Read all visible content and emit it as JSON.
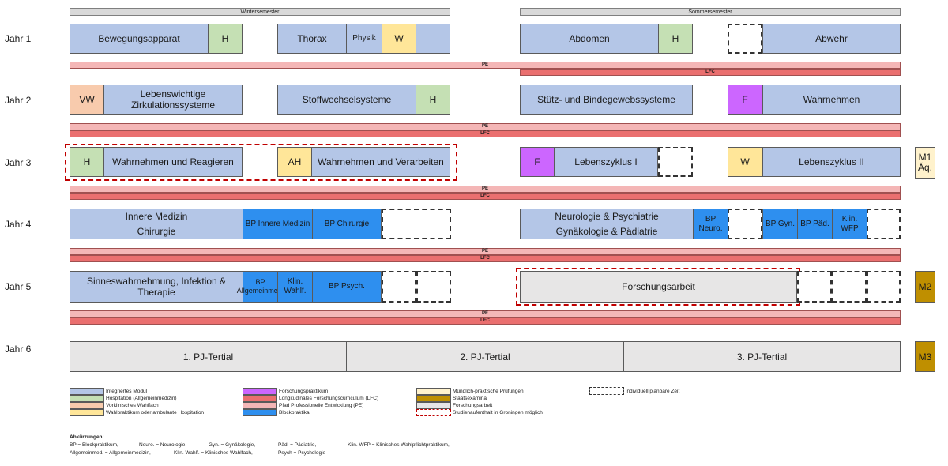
{
  "semesters": {
    "winter": "Wintersemester",
    "summer": "Sommersemester"
  },
  "years": [
    "Jahr 1",
    "Jahr 2",
    "Jahr 3",
    "Jahr 4",
    "Jahr 5",
    "Jahr 6"
  ],
  "bars": {
    "pe": "PE",
    "lfc": "LFC"
  },
  "year1": {
    "bewegungsapparat": "Bewegungsapparat",
    "h1": "H",
    "thorax": "Thorax",
    "physik": "Physik",
    "w": "W",
    "abdomen": "Abdomen",
    "h2": "H",
    "abwehr": "Abwehr"
  },
  "year2": {
    "vw": "VW",
    "zirkulation": "Lebenswichtige Zirkulationssysteme",
    "stoffwechsel": "Stoffwechselsysteme",
    "h": "H",
    "stuetz": "Stütz- und Bindegewebssysteme",
    "f": "F",
    "wahrnehmen": "Wahrnehmen"
  },
  "year3": {
    "h": "H",
    "reagieren": "Wahrnehmen und Reagieren",
    "ah": "AH",
    "verarbeiten": "Wahrnehmen und Verarbeiten",
    "f": "F",
    "lz1": "Lebenszyklus I",
    "w": "W",
    "lz2": "Lebenszyklus II",
    "exam": "M1 Äq."
  },
  "year4": {
    "innere": "Innere Medizin",
    "chirurgie": "Chirurgie",
    "bp_innere": "BP Innere Medizin",
    "bp_chirurgie": "BP Chirurgie",
    "neuro_psych": "Neurologie & Psychiatrie",
    "gyn_paed": "Gynäkologie & Pädiatrie",
    "bp_neuro": "BP Neuro.",
    "bp_gyn": "BP Gyn.",
    "bp_paed": "BP Päd.",
    "klin_wfp": "Klin. WFP"
  },
  "year5": {
    "sinnes": "Sinneswahrnehmung, Infektion & Therapie",
    "bp_allg": "BP Allgemeinmed.",
    "klin_wahlf": "Klin. Wahlf.",
    "bp_psych": "BP Psych.",
    "forschung": "Forschungsarbeit",
    "exam": "M2"
  },
  "year6": {
    "pj1": "1. PJ-Tertial",
    "pj2": "2. PJ-Tertial",
    "pj3": "3. PJ-Tertial",
    "exam": "M3"
  },
  "legend": {
    "integriert": "Integriertes Modul",
    "hospitation": "Hospitation (Allgemeinmedizin)",
    "vorklinisch": "Vorklinisches Wahlfach",
    "wahlpraktikum": "Wahlpraktikum oder ambulante Hospitation",
    "forschungspraktikum": "Forschungspraktikum",
    "lfc": "Longitudinales Forschungscurriculum (LFC)",
    "pe": "Pfad Professionelle Entwicklung (PE)",
    "blockpraktika": "Blockpraktika",
    "muendlich": "Mündlich-praktische Prüfungen",
    "staatsexamina": "Staatsexamina",
    "forschungsarbeit": "Forschungsarbeit",
    "groningen": "Studienaufenthalt in Groningen möglich",
    "individuell": "individuell planbare Zeit"
  },
  "abbreviations": {
    "title": "Abkürzungen:",
    "bp": "BP = Blockpraktikum,",
    "neuro": "Neuro. = Neurologie,",
    "gyn": "Gyn. = Gynäkologie,",
    "paed": "Päd. = Pädiatrie,",
    "wfp": "Klin. WFP = Klinisches Wahlpflichtpraktikum,",
    "allg": "Allgemeinmed. = Allgemeinmedizin,",
    "wahlf": "Klin. Wahlf. = Klinisches Wahlfach,",
    "psych": "Psych = Psychologie"
  },
  "colors": {
    "integriert": "#b4c6e7",
    "hospitation": "#c5e0b4",
    "vorklinisch": "#f8cbad",
    "wahlpraktikum": "#ffe699",
    "forschungspraktikum": "#cc66ff",
    "lfc": "#ea6f6f",
    "pe": "#f4b6b6",
    "blockpraktika": "#2e8fef",
    "muendlich": "#fff2cc",
    "staatsexamina": "#bf8f00",
    "forschungsarbeit": "#e7e6e6",
    "groningen": "#c00000"
  }
}
